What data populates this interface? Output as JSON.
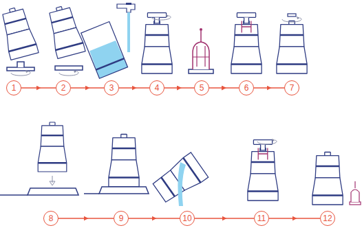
{
  "diagram": {
    "nodes": [
      {
        "text": [
          "1"
        ]
      },
      {
        "text": [
          "2"
        ]
      },
      {
        "text": [
          "3"
        ]
      },
      {
        "text": [
          "4"
        ]
      },
      {
        "text": [
          "5"
        ]
      },
      {
        "text": [
          "6"
        ]
      },
      {
        "text": [
          "7"
        ]
      },
      {
        "text": [
          "8"
        ]
      },
      {
        "text": [
          "9"
        ]
      },
      {
        "text": [
          "10"
        ]
      },
      {
        "text": [
          "11"
        ]
      },
      {
        "text": [
          "12"
        ]
      }
    ],
    "edges": [
      {
        "from": 0,
        "to": 1,
        "arrow": "to"
      },
      {
        "from": 1,
        "to": 2,
        "arrow": "to"
      },
      {
        "from": 2,
        "to": 3,
        "arrow": "to"
      },
      {
        "from": 3,
        "to": 4,
        "arrow": "to"
      },
      {
        "from": 4,
        "to": 5,
        "arrow": "to"
      },
      {
        "from": 5,
        "to": 6,
        "arrow": "to"
      },
      {
        "from": 7,
        "to": 8,
        "arrow": "to"
      },
      {
        "from": 8,
        "to": 9,
        "arrow": "to"
      },
      {
        "from": 9,
        "to": 10,
        "arrow": "to"
      },
      {
        "from": 10,
        "to": 11,
        "arrow": "to"
      }
    ]
  }
}
